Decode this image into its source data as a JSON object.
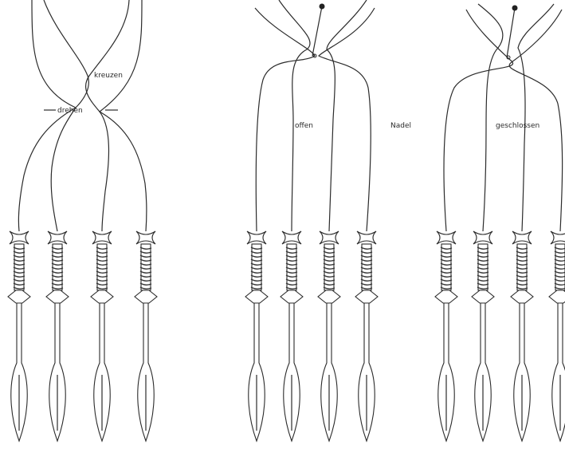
{
  "labels": {
    "kreuzen": "kreuzen",
    "drehen": "drehen",
    "offen": "offen",
    "nadel": "Nadel",
    "geschlossen": "geschlossen"
  },
  "panels": [
    {
      "name": "panel-cross-twist"
    },
    {
      "name": "panel-open"
    },
    {
      "name": "panel-closed"
    }
  ],
  "colors": {
    "line": "#2b2b2b",
    "paper": "#ffffff"
  }
}
